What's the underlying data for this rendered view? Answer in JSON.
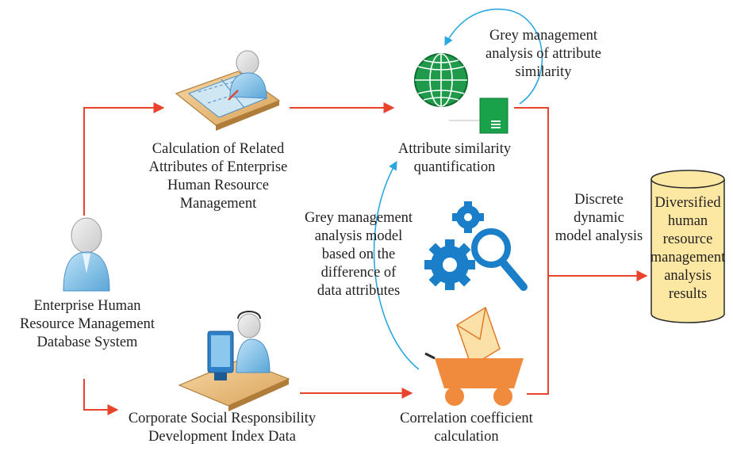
{
  "labels": {
    "calc_related": [
      "Calculation of Related",
      "Attributes of Enterprise",
      "Human Resource",
      "Management"
    ],
    "attr_similarity": [
      "Attribute similarity",
      "quantification"
    ],
    "grey_similarity": [
      "Grey management",
      "analysis of attribute",
      "similarity"
    ],
    "database": [
      "Enterprise Human",
      "Resource Management",
      "Database System"
    ],
    "grey_model": [
      "Grey management",
      "analysis model",
      "based on the",
      "difference of",
      "data attributes"
    ],
    "discrete": [
      "Discrete",
      "dynamic",
      "model analysis"
    ],
    "results": [
      "Diversified",
      "human",
      "resource",
      "management",
      "analysis",
      "results"
    ],
    "csr_index": [
      "Corporate Social Responsibility",
      "Development Index Data"
    ],
    "correlation": [
      "Correlation coefficient",
      "calculation"
    ]
  },
  "icons": {
    "database_user": "user-icon",
    "designer": "designer-at-desk-icon",
    "operator": "computer-operator-icon",
    "globe": "globe-icon",
    "server": "server-icon",
    "gears": "gears-search-icon",
    "cart": "cart-with-mail-icon",
    "results_store": "cylinder-database-icon"
  },
  "colors": {
    "flow_arrow": "#e8432c",
    "feedback_arrow": "#29a8e0",
    "cylinder_fill": "#fde8a3",
    "globe": "#1e9a4a",
    "gears": "#1a7fc8",
    "cart": "#f08a3c"
  }
}
